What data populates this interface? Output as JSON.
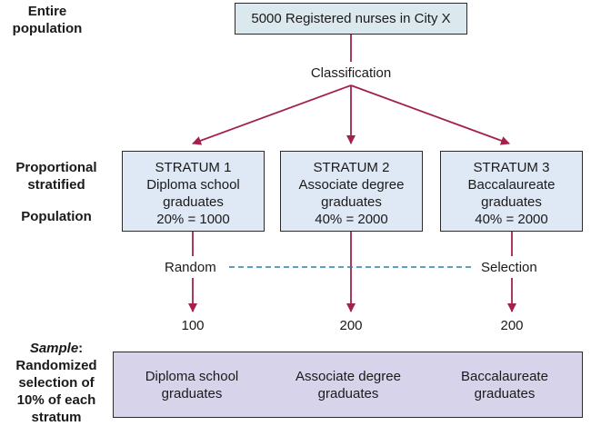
{
  "left_labels": {
    "entire_population": [
      "Entire",
      "population"
    ],
    "proportional_stratified": [
      "Proportional",
      "stratified"
    ],
    "population": "Population",
    "sample_emph": "Sample",
    "sample_suffix": ":",
    "sample_rest": [
      "Randomized",
      "selection of",
      "10% of each",
      "stratum"
    ]
  },
  "top_box": {
    "text": "5000 Registered nurses in City X"
  },
  "classification_label": "Classification",
  "strata": [
    {
      "lines": [
        "STRATUM 1",
        "Diploma school",
        "graduates",
        "20% = 1000"
      ]
    },
    {
      "lines": [
        "STRATUM 2",
        "Associate degree",
        "graduates",
        "40% = 2000"
      ]
    },
    {
      "lines": [
        "STRATUM 3",
        "Baccalaureate",
        "graduates",
        "40% = 2000"
      ]
    }
  ],
  "random_label": "Random",
  "selection_label": "Selection",
  "counts": [
    "100",
    "200",
    "200"
  ],
  "sample_box": [
    {
      "lines": [
        "Diploma school",
        "graduates"
      ]
    },
    {
      "lines": [
        "Associate degree",
        "graduates"
      ]
    },
    {
      "lines": [
        "Baccalaureate",
        "graduates"
      ]
    }
  ],
  "colors": {
    "arrow": "#a3224a",
    "dashed": "#2a7fa8",
    "top_box_fill": "#dbe9ee",
    "stratum_fill": "#dfe8f5",
    "sample_fill": "#d7d3ea"
  }
}
